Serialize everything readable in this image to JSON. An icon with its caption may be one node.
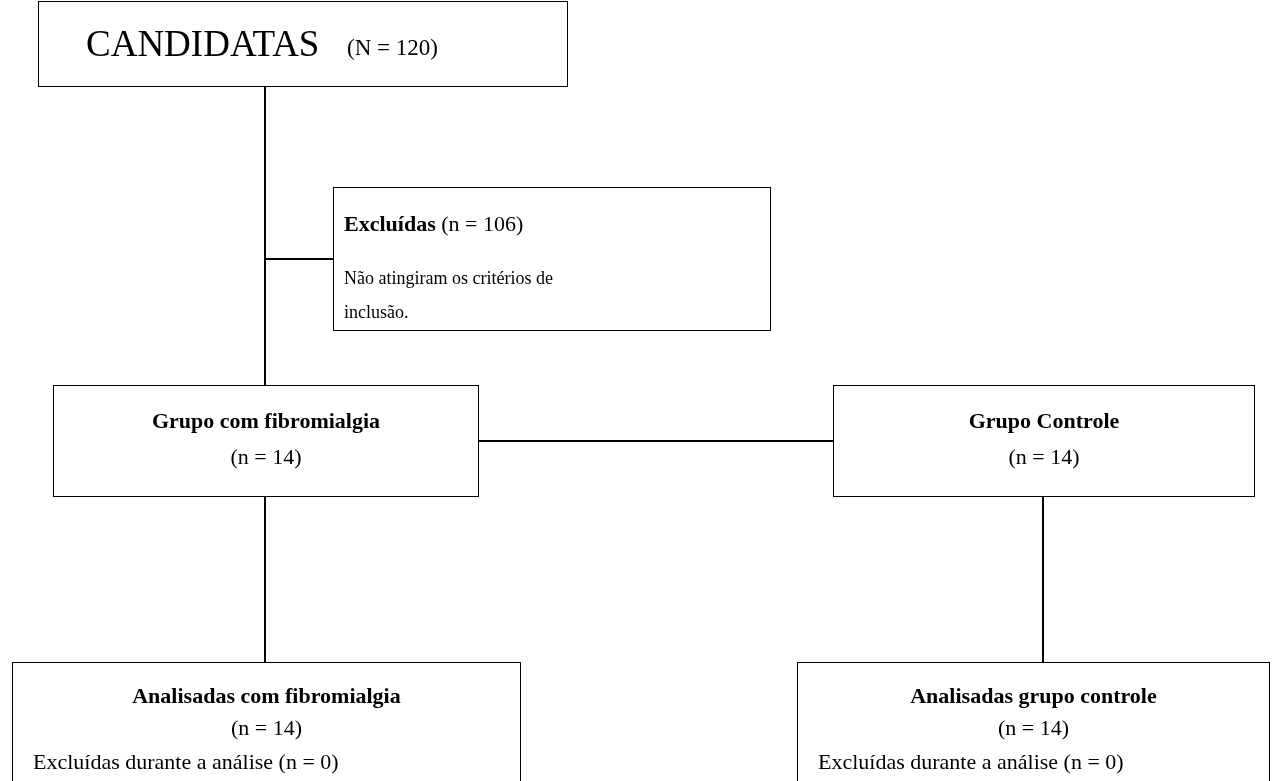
{
  "diagram": {
    "nodes": [
      {
        "text": [
          "CANDIDATAS",
          "(N = 120)"
        ]
      },
      {
        "text": [
          "**Excluídas** (n = 106)",
          "Não atingiram os critérios de inclusão."
        ]
      },
      {
        "text": [
          "Grupo com fibromialgia",
          "(n = 14)"
        ]
      },
      {
        "text": [
          "Grupo Controle",
          "(n = 14)"
        ]
      },
      {
        "text": [
          "Analisadas com fibromialgia",
          "(n = 14)",
          "Excluídas durante a análise (n = 0)"
        ]
      },
      {
        "text": [
          "Analisadas grupo controle",
          "(n = 14)",
          "Excluídas durante a análise (n = 0)"
        ]
      }
    ],
    "edges": [
      {
        "from": 0,
        "to": 2,
        "arrow": "none"
      },
      {
        "from": 0,
        "to": 1,
        "arrow": "none"
      },
      {
        "from": 2,
        "to": 3,
        "arrow": "none"
      },
      {
        "from": 2,
        "to": 4,
        "arrow": "none"
      },
      {
        "from": 3,
        "to": 5,
        "arrow": "none"
      }
    ]
  }
}
